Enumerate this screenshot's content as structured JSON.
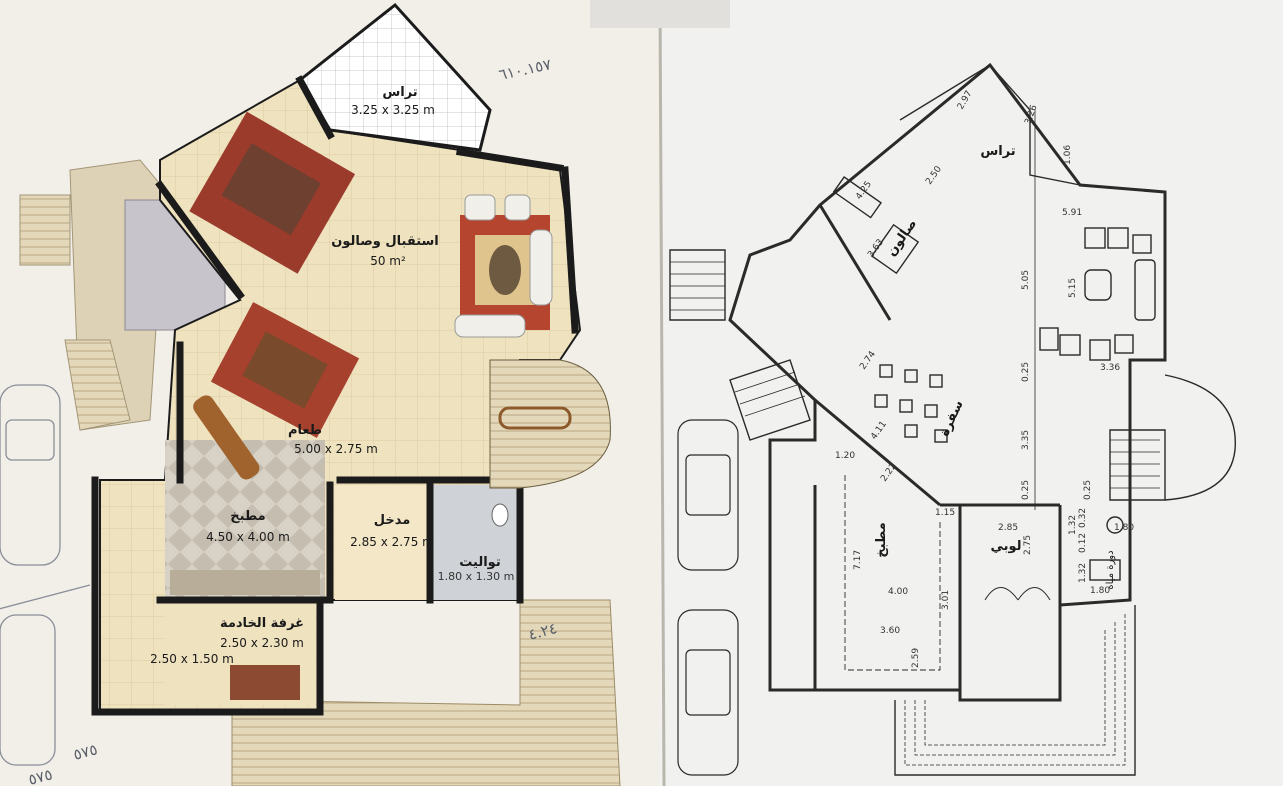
{
  "colors": {
    "left_page": "#f2efe8",
    "right_page": "#f1f1ef",
    "floor": "#efe2bf",
    "tile": "#f5ecd3",
    "wall": "#1b1b1b",
    "stair": "#ddd0b0",
    "rug": "#9b3b2c",
    "line": "#2a2a2a",
    "hand_ink": "#5a5f6a"
  },
  "left_plan": {
    "rooms": [
      {
        "name": "تراس",
        "size": "3.25 x 3.25 m"
      },
      {
        "name": "استقبال وصالون",
        "size": "50 m²"
      },
      {
        "name": "طعام",
        "size": "5.00 x 2.75 m"
      },
      {
        "name": "مطبخ",
        "size": "4.50 x 4.00 m"
      },
      {
        "name": "مدخل",
        "size": "2.85 x 2.75 m"
      },
      {
        "name": "تواليت",
        "size": "1.80 x 1.30 m"
      },
      {
        "name": "غرفة الخادمة",
        "size": "2.50 x 2.30 m"
      },
      {
        "name": "",
        "size": "2.50 x 1.50 m"
      }
    ]
  },
  "right_plan": {
    "rooms": [
      {
        "name": "تراس"
      },
      {
        "name": "صالون"
      },
      {
        "name": "سفرة"
      },
      {
        "name": "مطبخ"
      },
      {
        "name": "لوبي"
      },
      {
        "name": "دورة مياه"
      }
    ],
    "dimensions": [
      "2.97",
      "3.26",
      "1.06",
      "2.50",
      "4.25",
      "3.63",
      "5.91",
      "5.05",
      "5.15",
      "2.74",
      "0.25",
      "3.36",
      "4.11",
      "1.20",
      "2.22",
      "3.35",
      "0.25",
      "0.25",
      "1.15",
      "2.85",
      "2.75",
      "7.17",
      "4.00",
      "3.60",
      "2.59",
      "3.01",
      "0.12",
      "1.32",
      "1.80",
      "1.80",
      "1.32",
      "0.32"
    ]
  },
  "annotations": [
    "٦١٠.١٥٧",
    "٤.٢٤",
    "٥٧٥",
    "٥٧٥"
  ]
}
